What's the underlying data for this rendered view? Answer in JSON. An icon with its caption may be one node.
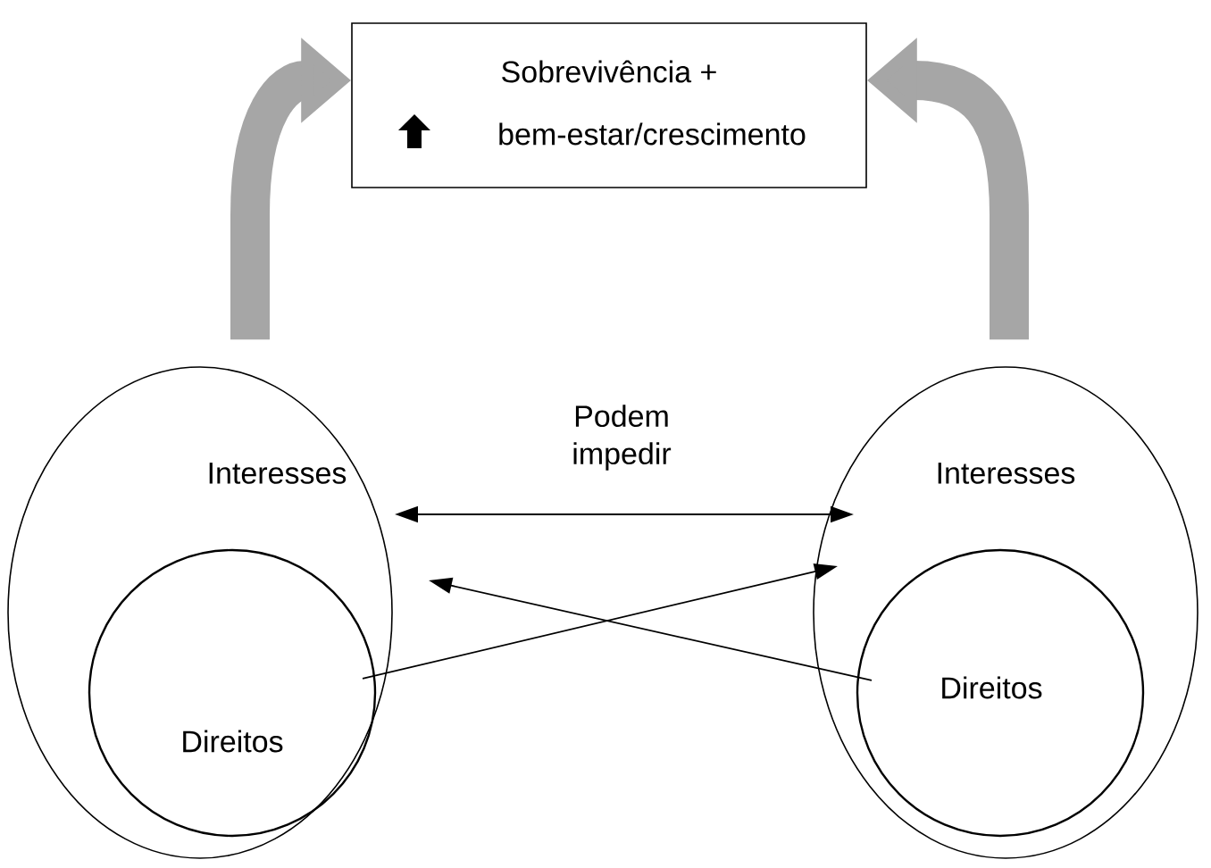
{
  "diagram": {
    "nodes": [
      {
        "text": [
          "Sobrevivência +",
          "bem-estar/crescimento"
        ]
      },
      {
        "text": [
          "Interesses"
        ]
      },
      {
        "text": [
          "Direitos"
        ],
        "in": 1
      },
      {
        "text": [
          "Interesses"
        ]
      },
      {
        "text": [
          "Direitos"
        ],
        "in": 3
      }
    ],
    "edges": [
      {
        "from": 1,
        "to": 0,
        "arrow": "to",
        "style": "thick",
        "color": "#a6a6a6"
      },
      {
        "from": 3,
        "to": 0,
        "arrow": "to",
        "style": "thick",
        "color": "#a6a6a6"
      },
      {
        "from": 1,
        "to": 3,
        "arrow": "both",
        "label": "Podem impedir"
      },
      {
        "from": 2,
        "to": 3,
        "arrow": "to"
      },
      {
        "from": 4,
        "to": 1,
        "arrow": "to"
      }
    ]
  }
}
